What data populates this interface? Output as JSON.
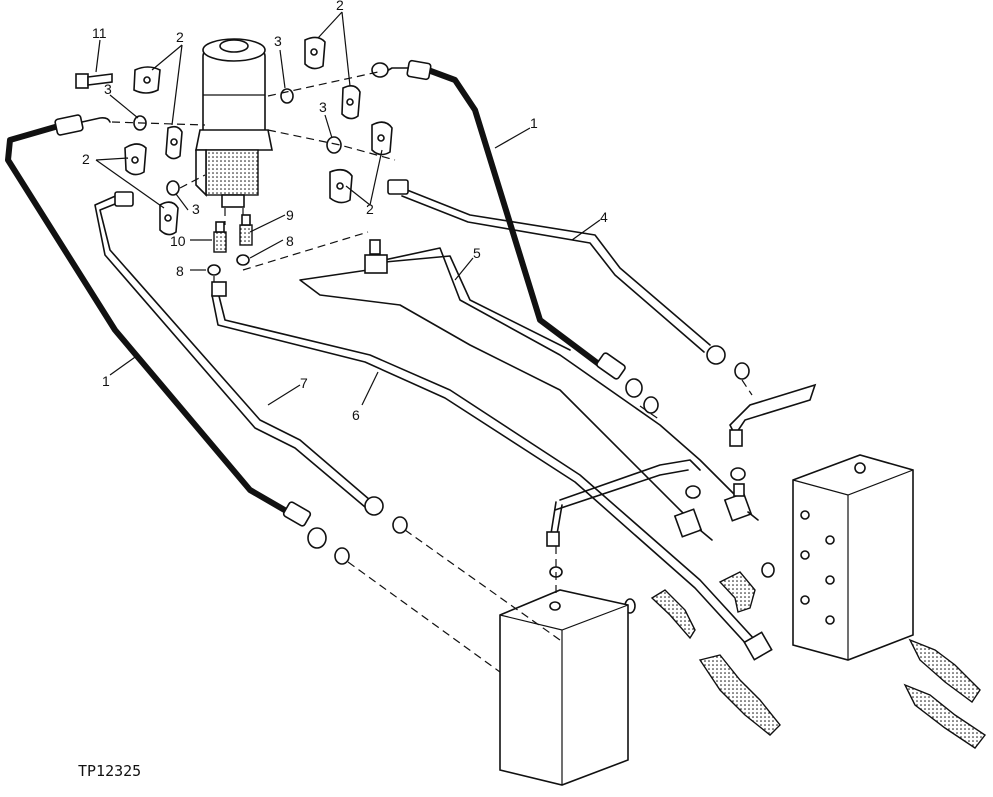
{
  "figure": {
    "code": "TP12325",
    "callouts": {
      "hose_left": "1",
      "hose_right": "1",
      "flange_top_right": "2",
      "flange_top_left": "2",
      "flange_mid_left": "2",
      "flange_mid_right": "2",
      "oring_top_mid": "3",
      "oring_top_left": "3",
      "oring_mid_right": "3",
      "oring_mid_left": "3",
      "line_4": "4",
      "line_5": "5",
      "line_6": "6",
      "line_7": "7",
      "oring_8_right": "8",
      "oring_8_left": "8",
      "fitting_9": "9",
      "fitting_10": "10",
      "bolt_11": "11"
    }
  }
}
